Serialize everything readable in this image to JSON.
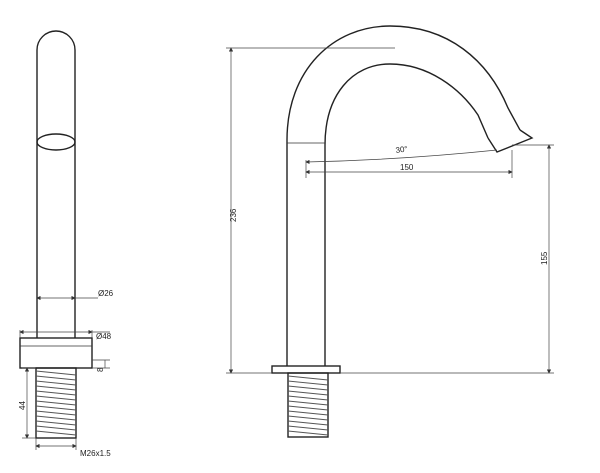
{
  "drawing": {
    "side_view": {
      "pipe_diameter": "Ø26",
      "base_diameter": "Ø48",
      "base_height": "8",
      "thread_length": "44",
      "thread_spec": "M26x1.5"
    },
    "front_view": {
      "total_height": "236",
      "angle": "30°",
      "reach": "150",
      "outlet_height": "155"
    }
  }
}
